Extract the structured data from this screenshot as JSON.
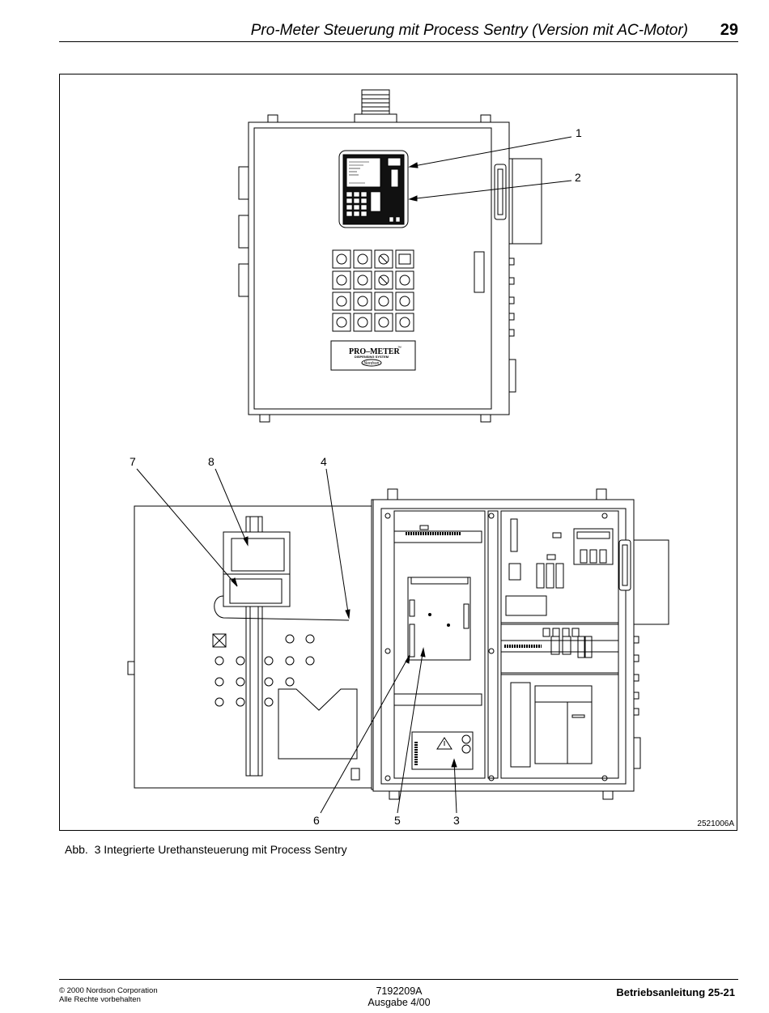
{
  "header": {
    "title": "Pro-Meter Steuerung mit Process Sentry (Version mit AC-Motor)",
    "page_number": "29"
  },
  "figure": {
    "id": "2521006A",
    "callouts": [
      "1",
      "2",
      "3",
      "4",
      "5",
      "6",
      "7",
      "8"
    ],
    "nameplate_title": "PRO–METER",
    "nameplate_tm": "™",
    "nameplate_subtitle": "DISPENSING SYSTEM",
    "nameplate_logo": "Nordson"
  },
  "caption": {
    "label": "Abb.  3",
    "text": "Integrierte Urethansteuerung mit Process Sentry"
  },
  "footer": {
    "copyright_line1": "© 2000 Nordson Corporation",
    "copyright_line2": "Alle Rechte vorbehalten",
    "doc_number": "7192209A",
    "edition": "Ausgabe 4/00",
    "manual": "Betriebsanleitung 25-21"
  }
}
